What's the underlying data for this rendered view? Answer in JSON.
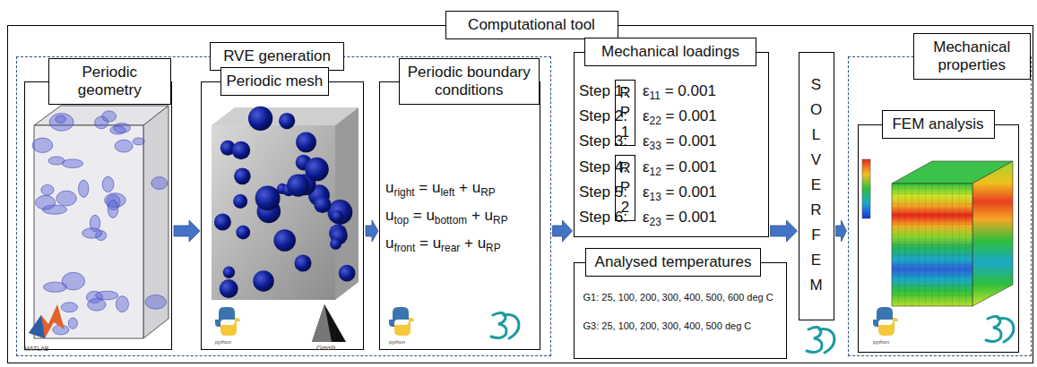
{
  "diagram": {
    "nodes": [
      {
        "text": [
          "Computational tool"
        ]
      },
      {
        "text": [
          "RVE generation"
        ],
        "in": 0
      },
      {
        "text": [
          "Periodic geometry"
        ],
        "in": 1
      },
      {
        "text": [
          "Periodic mesh"
        ],
        "in": 1
      },
      {
        "text": [
          "Periodic boundary conditions",
          "uright = uleft + uRP",
          "utop = ubottom + uRP",
          "ufront = urear + uRP"
        ],
        "in": 1
      },
      {
        "text": [
          "Mechanical loadings"
        ],
        "in": 0
      },
      {
        "text": [
          "RP1"
        ],
        "in": 5
      },
      {
        "text": [
          "RP2"
        ],
        "in": 5
      },
      {
        "text": [
          "Analysed temperatures",
          "G1: 25, 100, 200, 300, 400, 500, 600 deg C",
          "G3: 25, 100, 200, 300, 400, 500 deg C"
        ],
        "in": 0
      },
      {
        "text": [
          "SOLVER FEM"
        ],
        "in": 0
      },
      {
        "text": [
          "Mechanical properties"
        ],
        "in": 0
      },
      {
        "text": [
          "FEM analysis"
        ],
        "in": 10
      }
    ],
    "edges": [
      {
        "from": 2,
        "to": 3,
        "arrow": "to"
      },
      {
        "from": 3,
        "to": 4,
        "arrow": "to"
      },
      {
        "from": 1,
        "to": 5,
        "arrow": "to"
      },
      {
        "from": 5,
        "to": 9,
        "arrow": "to"
      },
      {
        "from": 9,
        "to": 10,
        "arrow": "to"
      }
    ],
    "labels": [
      "Step 1:",
      "ε11 = 0.001",
      "Step 2:",
      "ε22 = 0.001",
      "Step 3:",
      "ε33 = 0.001",
      "Step 4:",
      "ε12 = 0.001",
      "Step 5:",
      "ε13 = 0.001",
      "Step 6:",
      "ε23 = 0.001",
      "MATLAB",
      "python",
      "Gmsh",
      "python",
      "python"
    ]
  }
}
